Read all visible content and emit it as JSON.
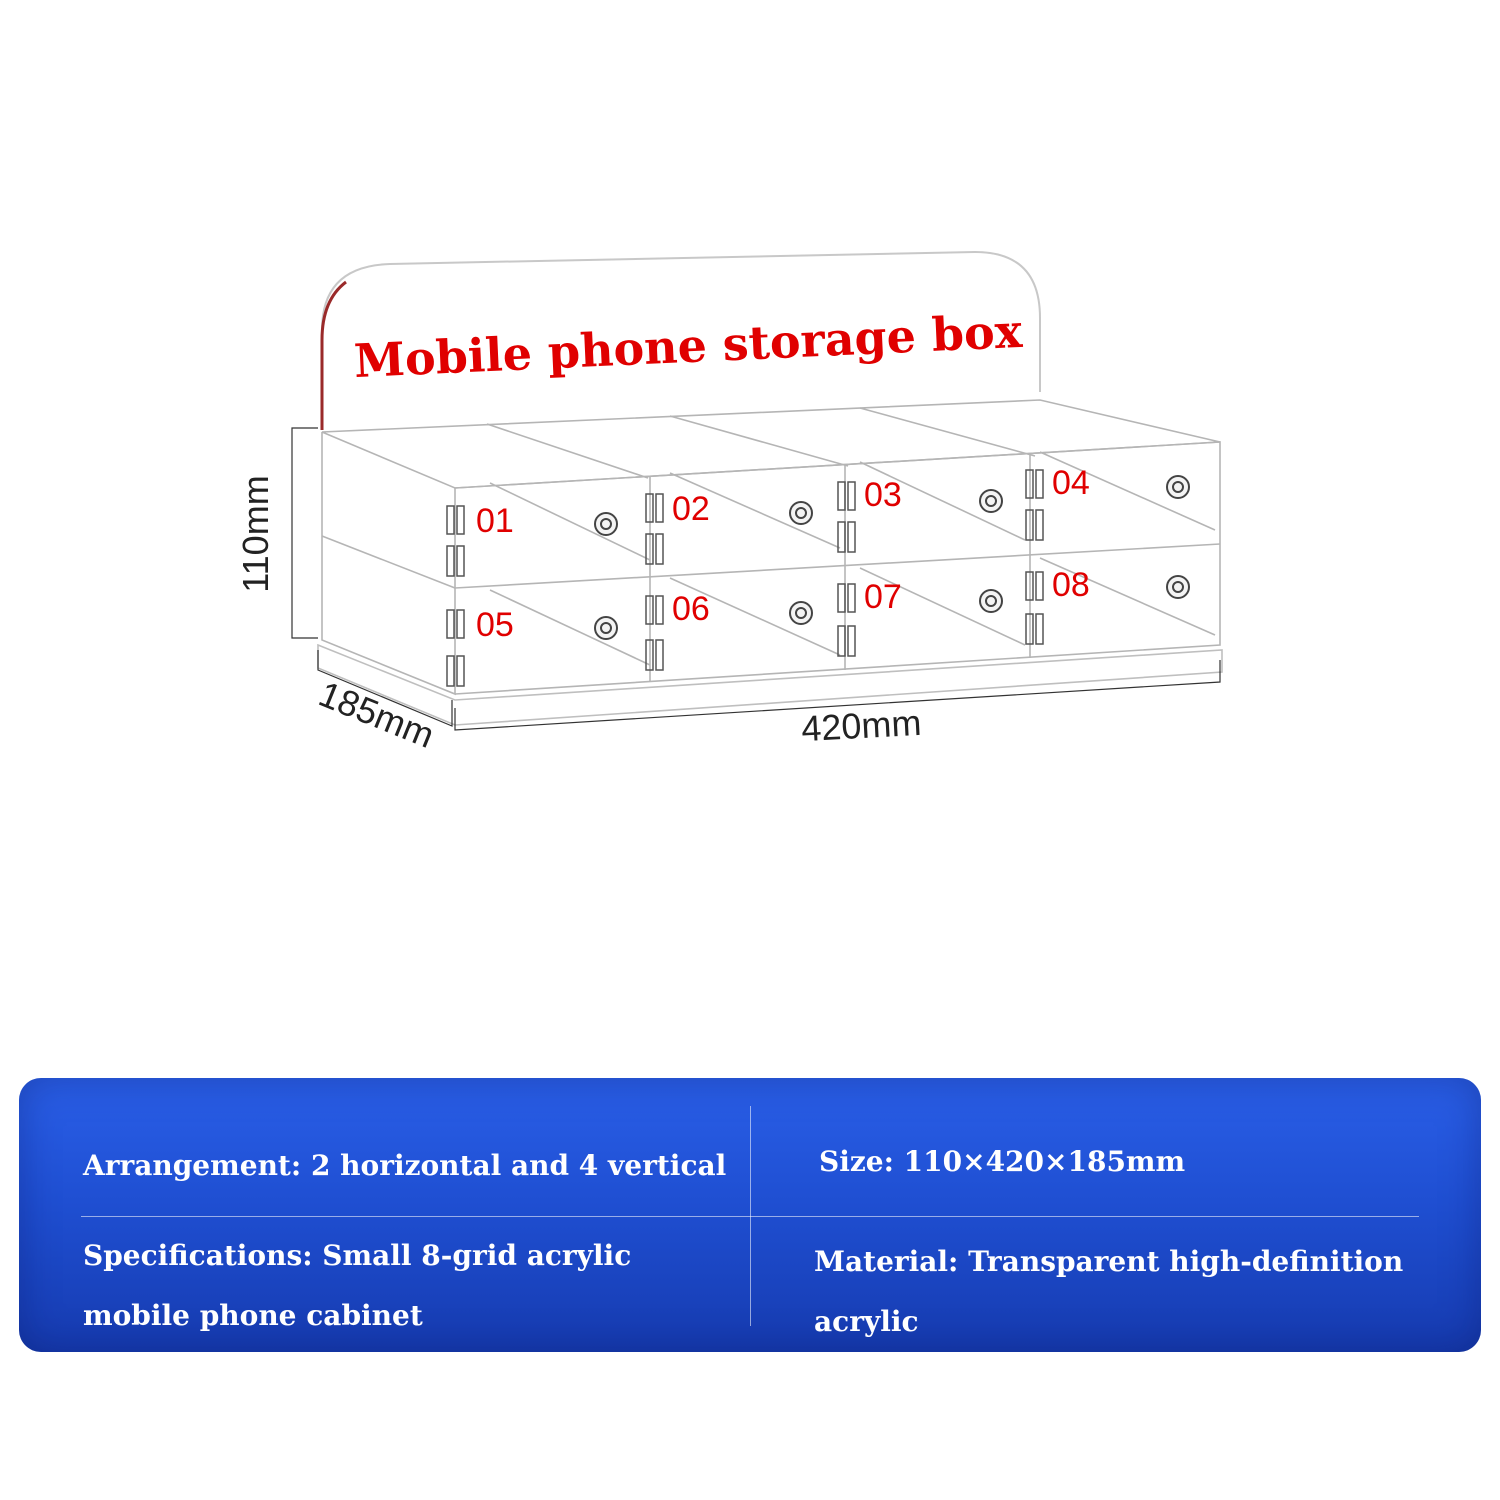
{
  "product": {
    "panel_title": "Mobile phone storage box",
    "compartments": [
      "01",
      "02",
      "03",
      "04",
      "05",
      "06",
      "07",
      "08"
    ],
    "dimensions": {
      "height": "110mm",
      "depth": "185mm",
      "width": "420mm"
    }
  },
  "specs": {
    "arrangement": "Arrangement: 2 horizontal and 4 vertical",
    "size": "Size: 110×420×185mm",
    "specifications": "Specifications: Small 8-grid acrylic mobile phone cabinet",
    "material": "Material: Transparent high-definition acrylic"
  },
  "colors": {
    "label_red": "#e00000",
    "panel_blue": "#1f4fd2",
    "outline_gray": "#b5b5b5"
  }
}
